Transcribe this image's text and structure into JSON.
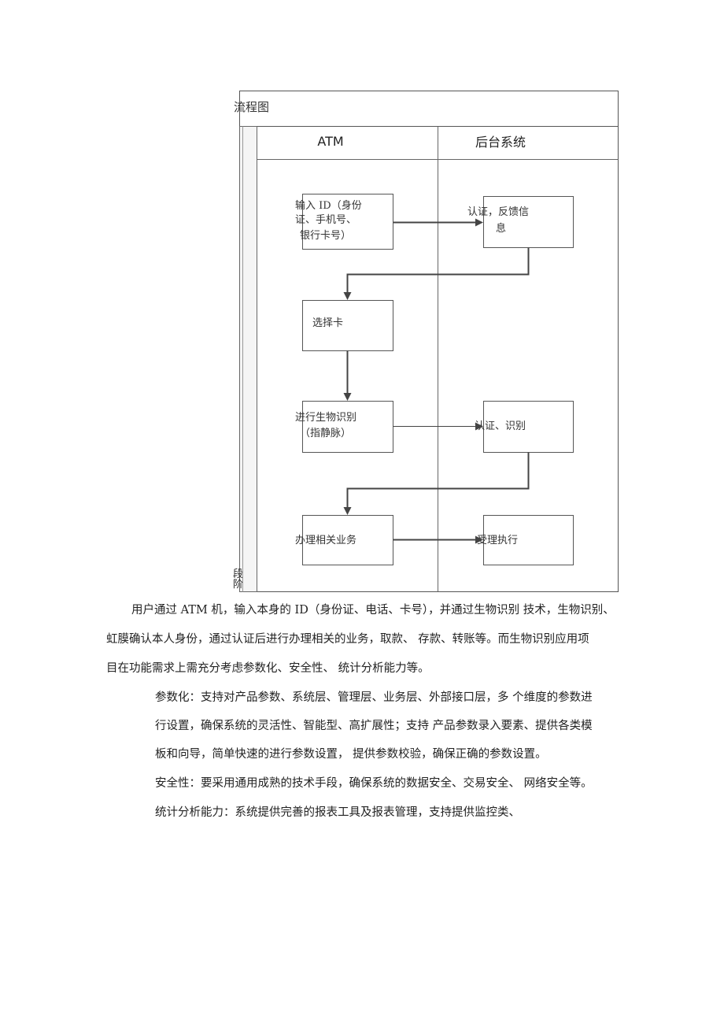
{
  "diagram": {
    "title": "流程图",
    "lanes": [
      "ATM",
      "后台系统"
    ],
    "boxes": {
      "input_id": [
        "输入 ID（身份",
        "证、手机号、",
        "银行卡号）"
      ],
      "auth_feedback": [
        "认证，反馈信",
        "息"
      ],
      "select_card": [
        "选择卡"
      ],
      "biometric": [
        "进行生物识别",
        "（指静脉）"
      ],
      "auth_identify": [
        "认证、识别"
      ],
      "handle_business": [
        "办理相关业务"
      ],
      "accept_execute": [
        "受理执行"
      ]
    },
    "side_label": [
      "段",
      "阶"
    ]
  },
  "body": {
    "intro_lines": [
      "用户通过 ATM 机，输入本身的 ID（身份证、电话、卡号），并通过生物识别 技术，生物识别、",
      "虹膜确认本人身份，通过认证后进行办理相关的业务，取款、  存款、转账等。而生物识别应用项",
      "目在功能需求上需充分考虑参数化、安全性、  统计分析能力等。"
    ],
    "param_lines": [
      "参数化：支持对产品参数、系统层、管理层、业务层、外部接口层，多  个维度的参数进",
      "行设置，确保系统的灵活性、智能型、高扩展性；支持  产品参数录入要素、提供各类模",
      "板和向导，简单快速的进行参数设置，  提供参数校验，确保正确的参数设置。"
    ],
    "security_line": "安全性：要采用通用成熟的技术手段，确保系统的数据安全、交易安全、  网络安全等。",
    "stats_line": "统计分析能力：系统提供完善的报表工具及报表管理，支持提供监控类、"
  }
}
